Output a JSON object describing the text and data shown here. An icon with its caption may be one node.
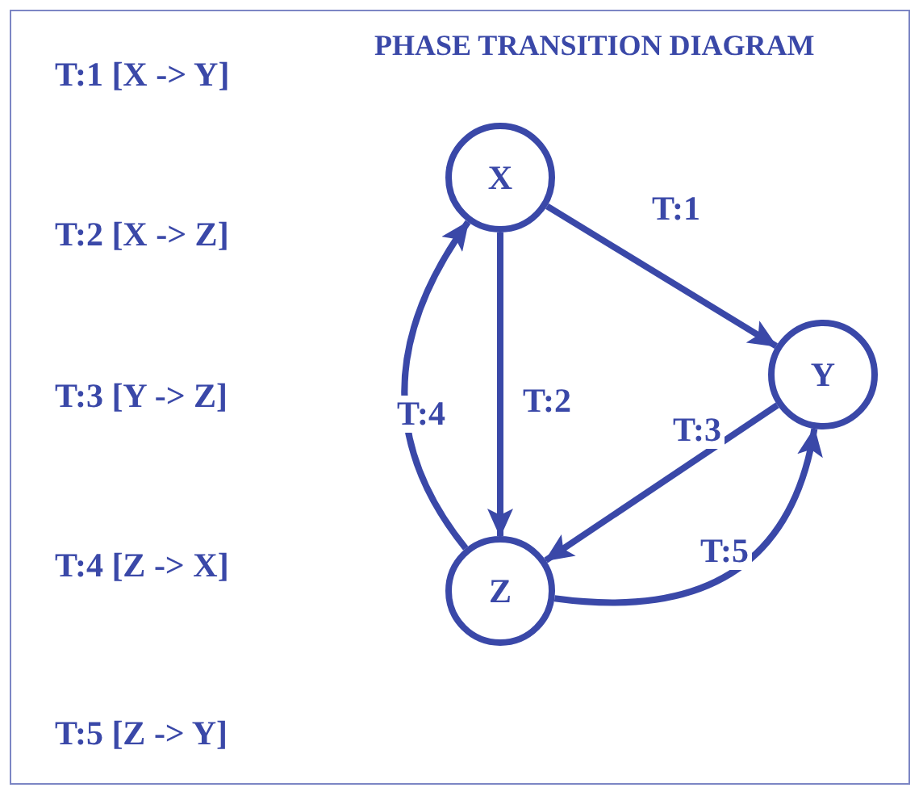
{
  "diagram": {
    "title": "PHASE TRANSITION DIAGRAM",
    "nodes": [
      {
        "text": [
          "X"
        ]
      },
      {
        "text": [
          "Y"
        ]
      },
      {
        "text": [
          "Z"
        ]
      }
    ],
    "edges": [
      {
        "from": 0,
        "to": 1,
        "arrow": "to",
        "label": "T:1"
      },
      {
        "from": 0,
        "to": 2,
        "arrow": "to",
        "label": "T:2"
      },
      {
        "from": 1,
        "to": 2,
        "arrow": "to",
        "label": "T:3"
      },
      {
        "from": 2,
        "to": 0,
        "arrow": "to",
        "label": "T:4"
      },
      {
        "from": 2,
        "to": 1,
        "arrow": "to",
        "label": "T:5"
      }
    ],
    "labels": [
      "T:1 [X -> Y]",
      "T:2 [X -> Z]",
      "T:3 [Y -> Z]",
      "T:4 [Z -> X]",
      "T:5 [Z -> Y]"
    ]
  }
}
